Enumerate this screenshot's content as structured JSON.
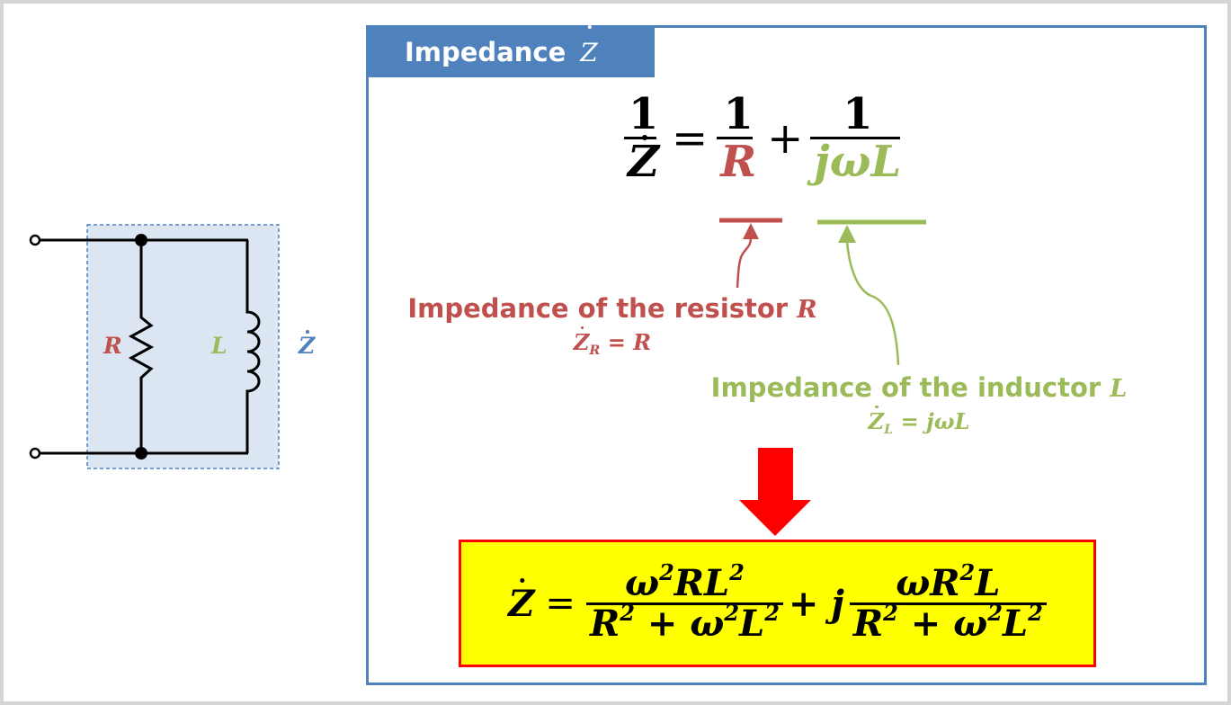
{
  "panel": {
    "title": "Impedance",
    "title_symbol": "Z"
  },
  "circuit": {
    "resistor_label": "R",
    "inductor_label": "L",
    "impedance_label": "Z"
  },
  "main_equation": {
    "lhs_num": "1",
    "lhs_den": "Z",
    "equals": "=",
    "term1_num": "1",
    "term1_den": "R",
    "plus": "+",
    "term2_num": "1",
    "term2_den": "jωL"
  },
  "annotations": {
    "resistor": {
      "label": "Impedance of the resistor",
      "symbol": "R",
      "eq_lhs": "Z",
      "eq_sub": "R",
      "eq_rhs": "= R"
    },
    "inductor": {
      "label": "Impedance of the inductor",
      "symbol": "L",
      "eq_lhs": "Z",
      "eq_sub": "L",
      "eq_rhs": "= jωL"
    }
  },
  "result_equation": {
    "lhs": "Z",
    "equals": "=",
    "real_num_a": "ω",
    "real_num_b": "RL",
    "den_a": "R",
    "den_plus": "+ ω",
    "den_b": "L",
    "exp": "2",
    "plus_j": "+ j",
    "imag_num_a": "ωR",
    "imag_num_b": "L"
  },
  "colors": {
    "accent_blue": "#4f81bd",
    "resistor_red": "#c0504d",
    "inductor_green": "#9bbb59",
    "result_fill": "#ffff00",
    "result_border": "#ff0000",
    "arrow": "#ff0000"
  }
}
